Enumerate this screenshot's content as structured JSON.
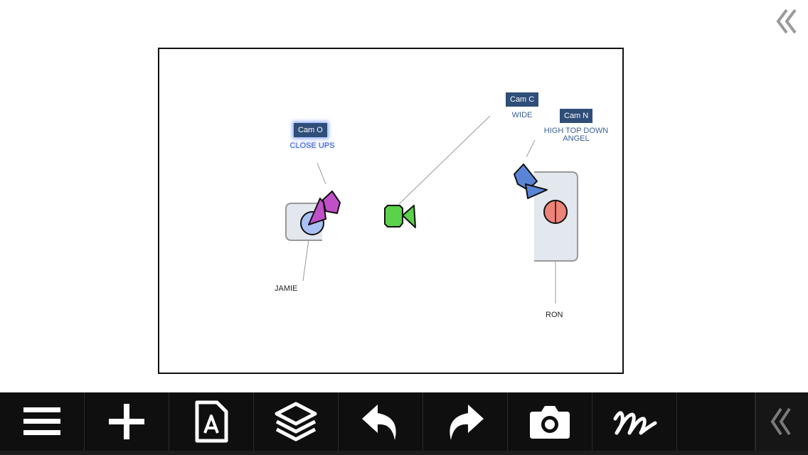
{
  "canvas": {
    "cameras": [
      {
        "id": "cam-o",
        "label": "Cam O",
        "description": "CLOSE UPS",
        "color": "#c050c8",
        "selected": true
      },
      {
        "id": "cam-c",
        "label": "Cam C",
        "description": "WIDE",
        "color": "#5ad24a",
        "selected": false
      },
      {
        "id": "cam-n",
        "label": "Cam N",
        "description": "HIGH TOP DOWN\nANGEL",
        "color": "#5a85d6",
        "selected": false
      }
    ],
    "actors": [
      {
        "id": "jamie",
        "name": "JAMIE",
        "color": "#a9c1f5"
      },
      {
        "id": "ron",
        "name": "RON",
        "color": "#ee8378"
      }
    ]
  },
  "toolbar": {
    "tools": [
      {
        "name": "menu-button",
        "icon": "hamburger-menu-icon"
      },
      {
        "name": "add-button",
        "icon": "plus-icon"
      },
      {
        "name": "text-button",
        "icon": "text-document-icon"
      },
      {
        "name": "layers-button",
        "icon": "layers-icon"
      },
      {
        "name": "undo-button",
        "icon": "undo-arrow-icon"
      },
      {
        "name": "redo-button",
        "icon": "redo-arrow-icon"
      },
      {
        "name": "camera-snapshot-button",
        "icon": "camera-icon"
      },
      {
        "name": "draw-button",
        "icon": "scribble-icon"
      }
    ],
    "collapse_icon": "double-chevron-left-icon"
  },
  "colors": {
    "toolbar_bg": "#0f0f0f",
    "label_bg": "#2f4e78",
    "label_text": "#3a5f95"
  }
}
